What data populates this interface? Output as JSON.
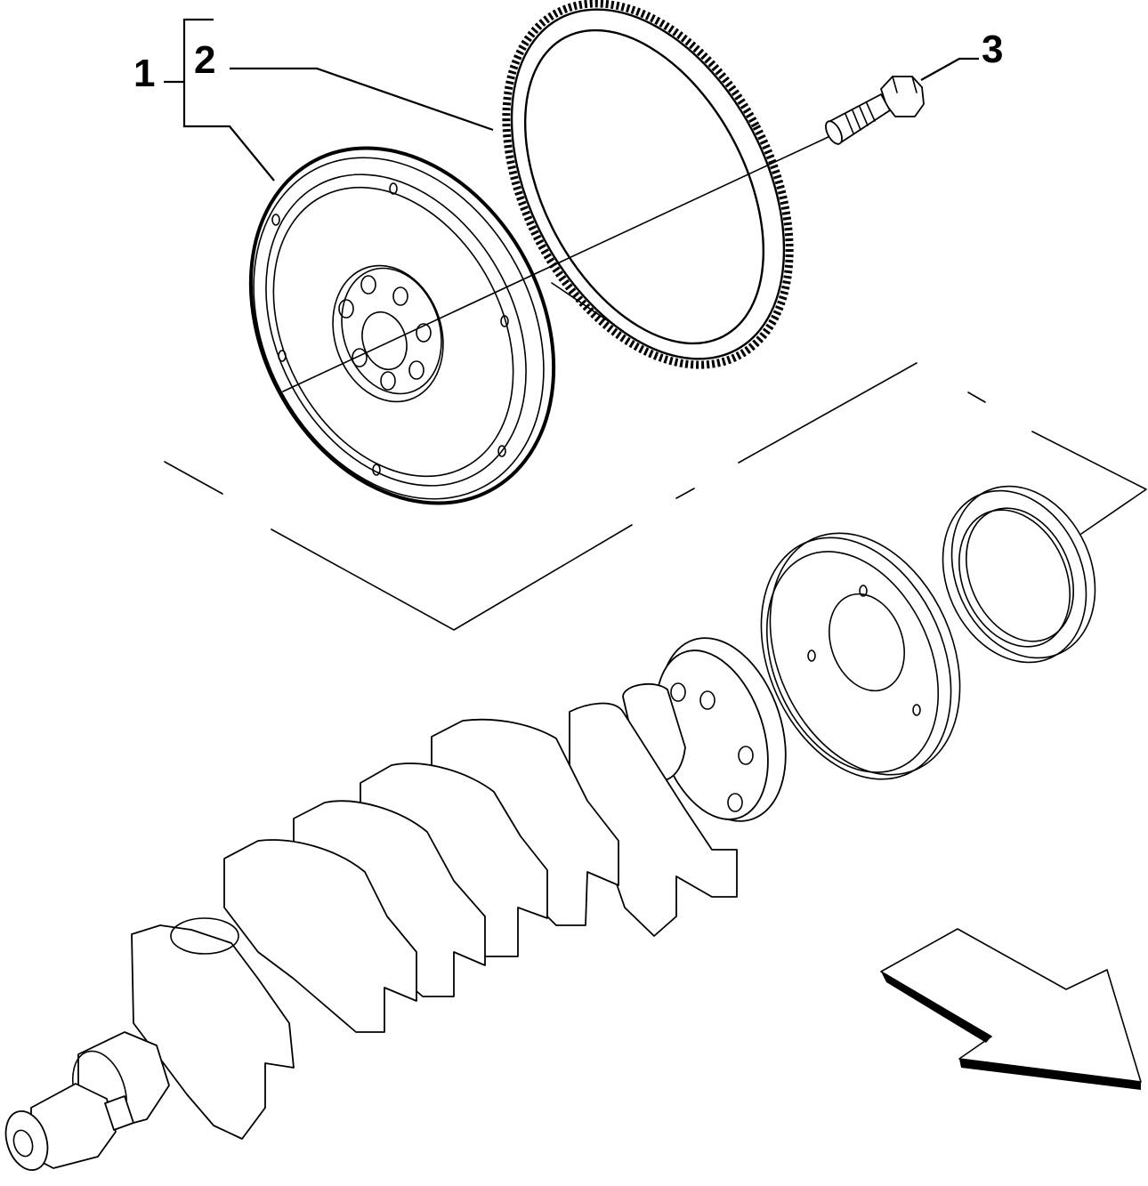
{
  "diagram": {
    "callouts": [
      {
        "id": "1",
        "label": "1"
      },
      {
        "id": "2",
        "label": "2"
      },
      {
        "id": "3",
        "label": "3"
      }
    ],
    "colors": {
      "line": "#000000",
      "background": "#ffffff"
    },
    "icons": {
      "direction_arrow": "arrow-right-down-icon"
    }
  }
}
